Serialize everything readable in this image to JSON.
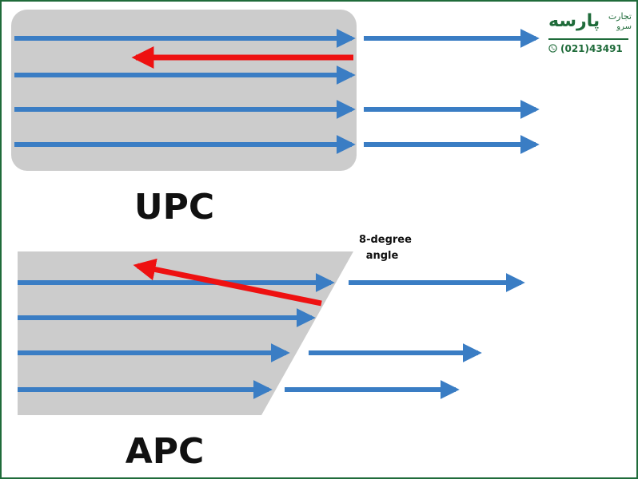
{
  "upc": {
    "label": "UPC"
  },
  "apc": {
    "label": "APC",
    "angle_label_line1": "8-degree",
    "angle_label_line2": "angle"
  },
  "brand": {
    "name": "پارسه",
    "sub_line1": "تجارت",
    "sub_line2": "سرو",
    "phone": "(021)43491"
  },
  "icons": {
    "phone": "whatsapp-phone-icon"
  },
  "colors": {
    "ferrule": "#cccccc",
    "ray": "#3a7dc4",
    "reflection": "#ee1111",
    "brand": "#1f6b3a",
    "border": "#1f6b3a"
  }
}
